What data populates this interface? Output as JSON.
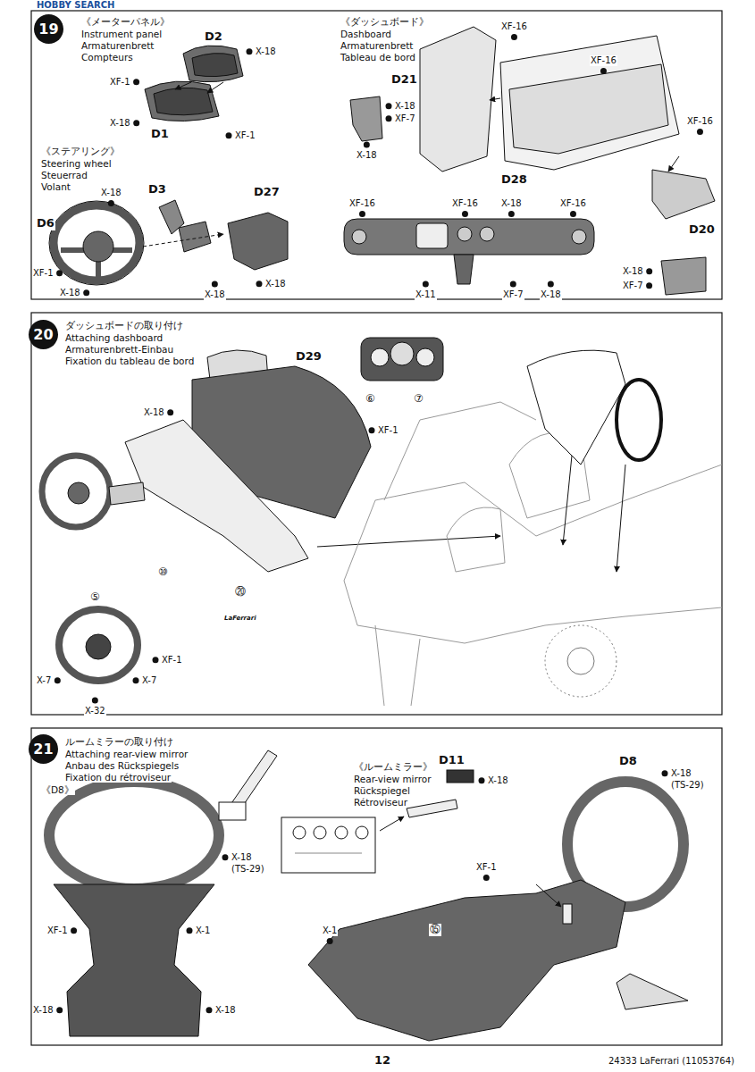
{
  "diagram": {
    "nodes": [
      {
        "text": [
          "19"
        ]
      },
      {
        "text": [
          "20"
        ]
      },
      {
        "text": [
          "21"
        ]
      }
    ],
    "labels": [
      "HOBBY SEARCH",
      "《メーターパネル》",
      "Instrument panel",
      "Armaturenbrett",
      "Compteurs",
      "D2",
      "X-18",
      "XF-1",
      "X-18",
      "D1",
      "XF-1",
      "《ステアリング》",
      "Steering wheel",
      "Steuerrad",
      "Volant",
      "X-18",
      "D3",
      "D27",
      "D6",
      "XF-1",
      "X-18",
      "X-18",
      "X-18",
      "《ダッシュボード》",
      "Dashboard",
      "Armaturenbrett",
      "Tableau de bord",
      "XF-16",
      "D21",
      "XF-16",
      "X-18",
      "XF-7",
      "X-18",
      "D28",
      "XF-16",
      "XF-16",
      "XF-16",
      "X-18",
      "XF-16",
      "X-11",
      "XF-7",
      "X-18",
      "D20",
      "X-18",
      "XF-7",
      "ダッシュボードの取り付け",
      "Attaching dashboard",
      "Armaturenbrett-Einbau",
      "Fixation du tableau de bord",
      "D29",
      "X-18",
      "XF-1",
      "⑥",
      "⑦",
      "⑩",
      "⑳",
      "LaFerrari",
      "⑤",
      "XF-1",
      "X-7",
      "X-32",
      "X-7",
      "ルームミラーの取り付け",
      "Attaching rear-view mirror",
      "Anbau des Rückspiegels",
      "Fixation du rétroviseur",
      "《D8》",
      "X-18",
      "(TS-29)",
      "XF-1",
      "X-1",
      "X-18",
      "X-18",
      "《ルームミラー》",
      "Rear-view mirror",
      "Rückspiegel",
      "Rétroviseur",
      "D11",
      "X-18",
      "D8",
      "X-18",
      "(TS-29)",
      "XF-1",
      "X-1",
      "⑮",
      "12",
      "24333 LaFerrari (11053764)"
    ]
  }
}
